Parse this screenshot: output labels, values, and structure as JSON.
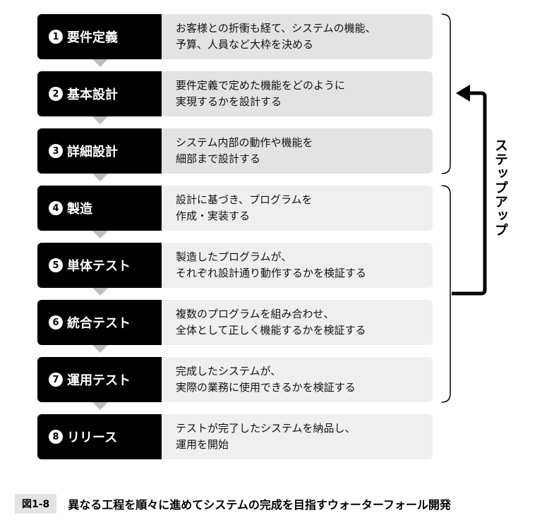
{
  "steps": [
    {
      "num": "1",
      "title": "要件定義",
      "desc": [
        "お客様との折衝も経て、システムの機能、",
        "予算、人員など大枠を決める"
      ]
    },
    {
      "num": "2",
      "title": "基本設計",
      "desc": [
        "要件定義で定めた機能をどのように",
        "実現するかを設計する"
      ]
    },
    {
      "num": "3",
      "title": "詳細設計",
      "desc": [
        "システム内部の動作や機能を",
        "細部まで設計する"
      ]
    },
    {
      "num": "4",
      "title": "製造",
      "desc": [
        "設計に基づき、プログラムを",
        "作成・実装する"
      ]
    },
    {
      "num": "5",
      "title": "単体テスト",
      "desc": [
        "製造したプログラムが、",
        "それぞれ設計通り動作するかを検証する"
      ]
    },
    {
      "num": "6",
      "title": "統合テスト",
      "desc": [
        "複数のプログラムを組み合わせ、",
        "全体として正しく機能するかを検証する"
      ]
    },
    {
      "num": "7",
      "title": "運用テスト",
      "desc": [
        "完成したシステムが、",
        "実際の業務に使用できるかを検証する"
      ]
    },
    {
      "num": "8",
      "title": "リリース",
      "desc": [
        "テストが完了したシステムを納品し、",
        "運用を開始"
      ]
    }
  ],
  "side_label": "ステップアップ",
  "caption": {
    "tag": "図1-8",
    "text": "異なる工程を順々に進めてシステムの完成を目指すウォーターフォール開発"
  }
}
